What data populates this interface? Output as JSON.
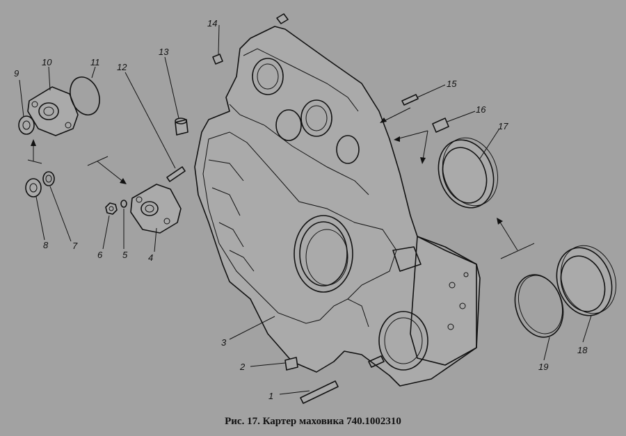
{
  "caption": "Рис. 17. Картер маховика 740.1002310",
  "part_numbers": [
    "1",
    "2",
    "3",
    "4",
    "5",
    "6",
    "7",
    "8",
    "9",
    "10",
    "11",
    "12",
    "13",
    "14",
    "15",
    "16",
    "17",
    "18",
    "19"
  ]
}
